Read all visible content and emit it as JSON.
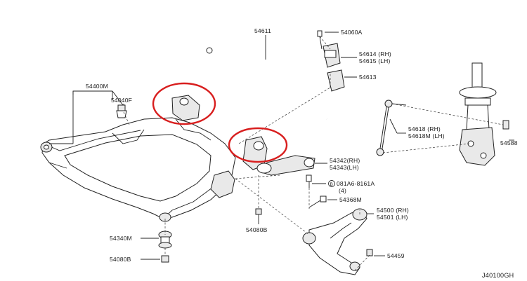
{
  "diagram_code": "J40100GH",
  "highlight_color": "#d81e1e",
  "line_color": "#222222",
  "labels": {
    "p54400M": "54400M",
    "p54040F": "54040F",
    "p54611": "54611",
    "p54060A": "54060A",
    "p54614": "54614 (RH)",
    "p54615": "54615 (LH)",
    "p54613": "54613",
    "p54618": "54618 (RH)",
    "p54618M": "54618M (LH)",
    "p54588": "54588",
    "p54342": "54342(RH)",
    "p54343": "54343(LH)",
    "p081A6": "081A6-8161A",
    "p081A6_qty": "(4)",
    "p081A6_prefix": "B",
    "p54368M": "54368M",
    "p54500": "54500 (RH)",
    "p54501": "54501 (LH)",
    "p54459": "54459",
    "p54340M": "54340M",
    "p54080B_left": "54080B",
    "p54080B_center": "54080B"
  }
}
